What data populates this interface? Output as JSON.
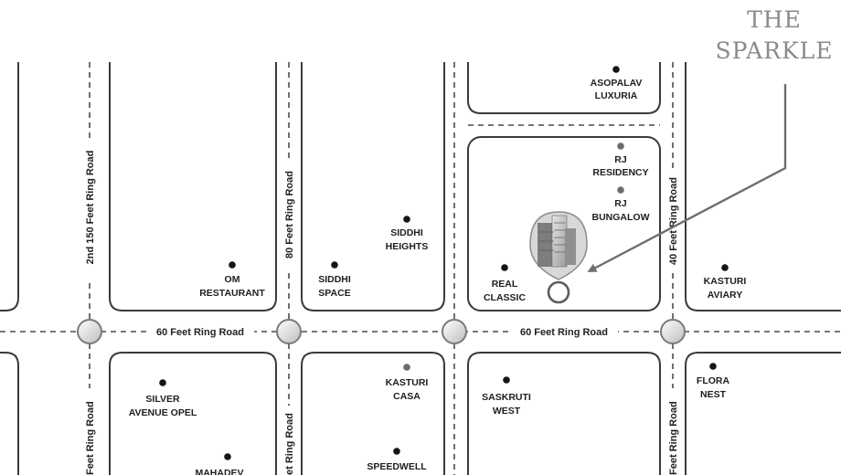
{
  "brand": {
    "line1": "THE",
    "line2": "SPARKLE"
  },
  "roads": {
    "ring_60": "60 Feet Ring Road",
    "road_2nd_150": "2nd 150 Feet Ring Road",
    "road_80": "80 Feet Ring Road",
    "road_40": "40 Feet Ring Road",
    "bottom_fragment_left": "Feet Ring Road",
    "bottom_fragment_mid": "et Ring Road",
    "bottom_fragment_right": "Feet Ring Road"
  },
  "landmarks": {
    "asopalav": {
      "line1": "ASOPALAV",
      "line2": "LUXURIA"
    },
    "rj_residency": {
      "line1": "RJ",
      "line2": "RESIDENCY"
    },
    "rj_bungalow": {
      "line1": "RJ",
      "line2": "BUNGALOW"
    },
    "siddhi_heights": {
      "line1": "SIDDHI",
      "line2": "HEIGHTS"
    },
    "om_restaurant": {
      "line1": "OM",
      "line2": "RESTAURANT"
    },
    "siddhi_space": {
      "line1": "SIDDHI",
      "line2": "SPACE"
    },
    "real_classic": {
      "line1": "REAL",
      "line2": "CLASSIC"
    },
    "kasturi_aviary": {
      "line1": "KASTURI",
      "line2": "AVIARY"
    },
    "silver_avenue": {
      "line1": "SILVER",
      "line2": "AVENUE OPEL"
    },
    "kasturi_casa": {
      "line1": "KASTURI",
      "line2": "CASA"
    },
    "saskruti_west": {
      "line1": "SASKRUTI",
      "line2": "WEST"
    },
    "flora_nest": {
      "line1": "FLORA",
      "line2": "NEST"
    },
    "mahadev": {
      "line1": "MAHADEV"
    },
    "speedwell": {
      "line1": "SPEEDWELL"
    }
  },
  "colors": {
    "block_stroke": "#3a3a3a",
    "brand_text": "#8a8a8a",
    "pointer": "#6e6e6e"
  },
  "icons": {
    "project": "building-icon",
    "junction": "roundabout-icon",
    "poi": "dot-marker-icon"
  }
}
